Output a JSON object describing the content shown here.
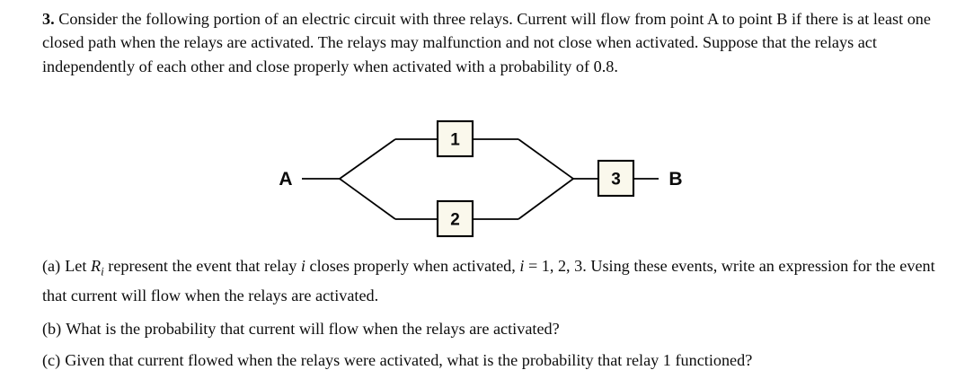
{
  "problem": {
    "number": "3.",
    "body_line1": "Consider the following portion of an electric circuit with three relays. Current will flow from point A to",
    "body_line2": "point B if there is at least one closed path when the relays are activated.  The relays may malfunction and not",
    "body_line3": "close when activated.  Suppose that the relays act independently of each other and close properly when",
    "body_line4": "activated with a probability of 0.8."
  },
  "diagram": {
    "name": "three-relay-parallel-series-circuit",
    "start_label": "A",
    "end_label": "B",
    "relays": [
      {
        "id": "relay-1",
        "label": "1",
        "branch": "upper-parallel"
      },
      {
        "id": "relay-2",
        "label": "2",
        "branch": "lower-parallel"
      },
      {
        "id": "relay-3",
        "label": "3",
        "branch": "series"
      }
    ],
    "box_fill": "#faf8ec",
    "box_stroke": "#000000",
    "wire_color": "#000000"
  },
  "questions": [
    {
      "tag": "(a)",
      "text_before_var": "Let ",
      "var_base": "R",
      "var_sub": "i",
      "text_after_var": " represent the event that relay ",
      "var2": "i",
      "text_mid": " closes properly when activated, ",
      "var3": "i",
      "text_index": " = 1, 2, 3.  Using these events,",
      "line2": "write an expression for the event that current will flow when the relays are activated."
    },
    {
      "tag": "(b)",
      "text": "What is the probability that current will flow when the relays are activated?"
    },
    {
      "tag": "(c)",
      "text": "Given that current flowed when the relays were activated, what is the probability that relay 1 functioned?"
    }
  ]
}
